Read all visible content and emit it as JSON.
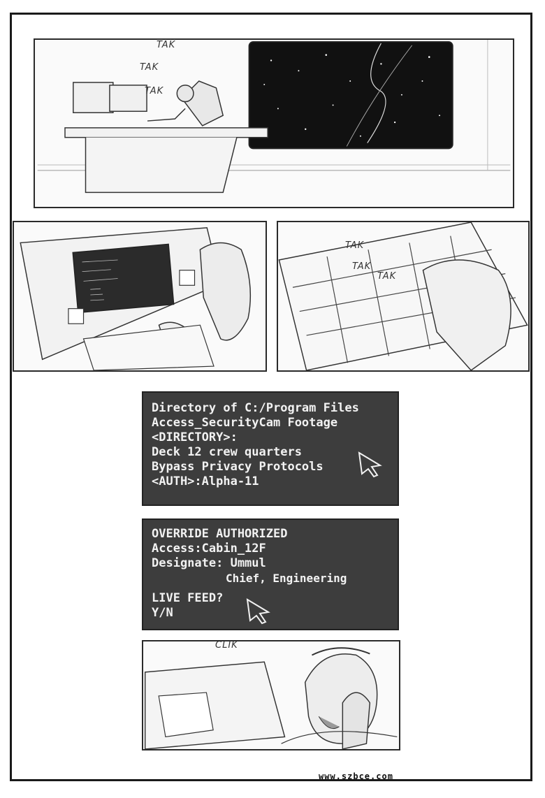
{
  "sfx": {
    "p1_tak1": "TAK",
    "p1_tak2": "TAK",
    "p1_tak3": "TAK",
    "p3_tak1": "TAK",
    "p3_tak2": "TAK",
    "p3_tak3": "TAK",
    "clik": "CLIK"
  },
  "screen1": {
    "lines": [
      "Directory of C:/Program Files",
      "Access_SecurityCam Footage",
      "<DIRECTORY>:",
      "Deck 12 crew quarters",
      "Bypass Privacy Protocols",
      "<AUTH>:Alpha-11"
    ]
  },
  "screen2": {
    "lines": [
      "OVERRIDE AUTHORIZED",
      "Access:Cabin_12F",
      "Designate: Ummul",
      "           Chief, Engineering",
      "",
      "LIVE FEED?",
      "Y/N"
    ]
  },
  "watermark": "www.szbce.com",
  "colors": {
    "ink": "#1a1a1a",
    "screen_bg": "#3d3d3d",
    "screen_text": "#f2f2f2"
  },
  "icons": [
    "mouse-cursor-icon"
  ]
}
